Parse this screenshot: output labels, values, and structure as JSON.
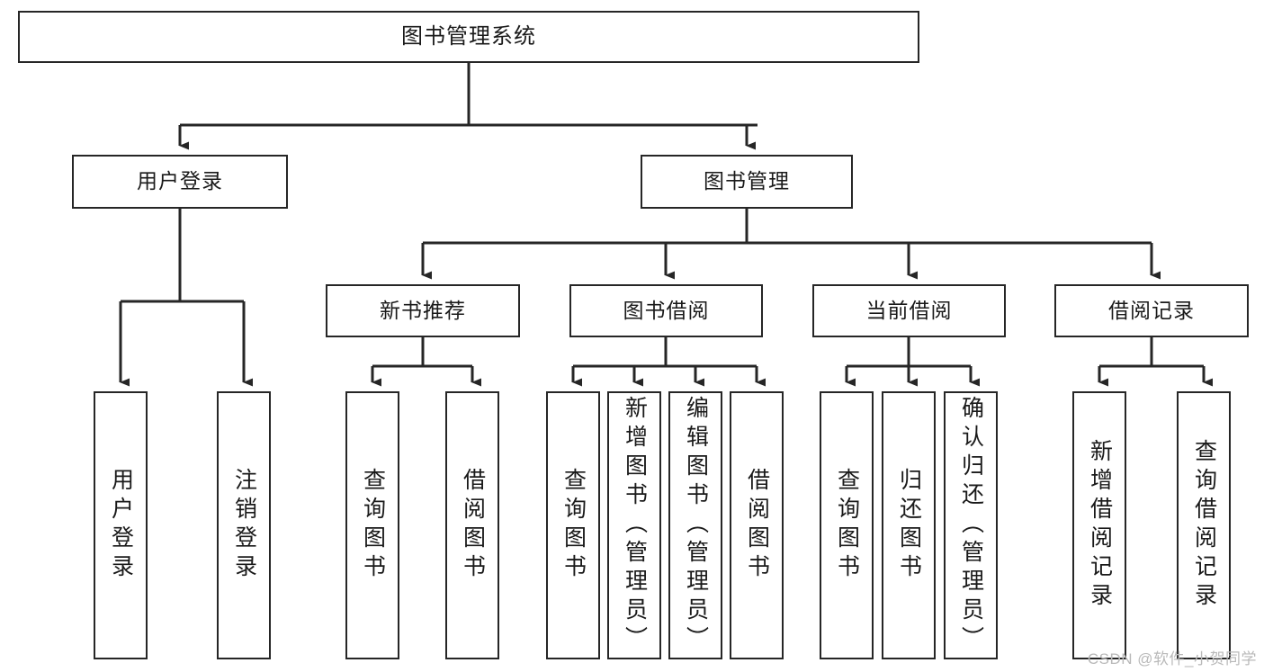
{
  "diagram": {
    "type": "hierarchy-tree",
    "title": "图书管理系统",
    "root": {
      "label": "图书管理系统"
    },
    "level2": [
      {
        "id": "user-login",
        "label": "用户登录"
      },
      {
        "id": "book-manage",
        "label": "图书管理"
      }
    ],
    "level3": [
      {
        "id": "new-book-recommend",
        "label": "新书推荐"
      },
      {
        "id": "book-borrow",
        "label": "图书借阅"
      },
      {
        "id": "current-borrow",
        "label": "当前借阅"
      },
      {
        "id": "borrow-record",
        "label": "借阅记录"
      }
    ],
    "leaves": [
      {
        "id": "leaf-user-login",
        "label": "用户登录",
        "parent": "user-login"
      },
      {
        "id": "leaf-user-logout",
        "label": "注销登录",
        "parent": "user-login"
      },
      {
        "id": "leaf-query-book-1",
        "label": "查询图书",
        "parent": "new-book-recommend"
      },
      {
        "id": "leaf-borrow-book-1",
        "label": "借阅图书",
        "parent": "new-book-recommend"
      },
      {
        "id": "leaf-query-book-2",
        "label": "查询图书",
        "parent": "book-borrow"
      },
      {
        "id": "leaf-add-book",
        "label": "新增图书（管理员）",
        "parent": "book-borrow"
      },
      {
        "id": "leaf-edit-book",
        "label": "编辑图书（管理员）",
        "parent": "book-borrow"
      },
      {
        "id": "leaf-borrow-book-2",
        "label": "借阅图书",
        "parent": "book-borrow"
      },
      {
        "id": "leaf-query-book-3",
        "label": "查询图书",
        "parent": "current-borrow"
      },
      {
        "id": "leaf-return-book",
        "label": "归还图书",
        "parent": "current-borrow"
      },
      {
        "id": "leaf-confirm-return",
        "label": "确认归还（管理员）",
        "parent": "current-borrow"
      },
      {
        "id": "leaf-add-record",
        "label": "新增借阅记录",
        "parent": "borrow-record"
      },
      {
        "id": "leaf-query-record",
        "label": "查询借阅记录",
        "parent": "borrow-record"
      }
    ],
    "watermark": "CSDN @软件_小贺同学",
    "colors": {
      "stroke": "#262626",
      "background": "#ffffff",
      "text": "#1a1a1a",
      "watermark": "#b9b9b9"
    }
  }
}
